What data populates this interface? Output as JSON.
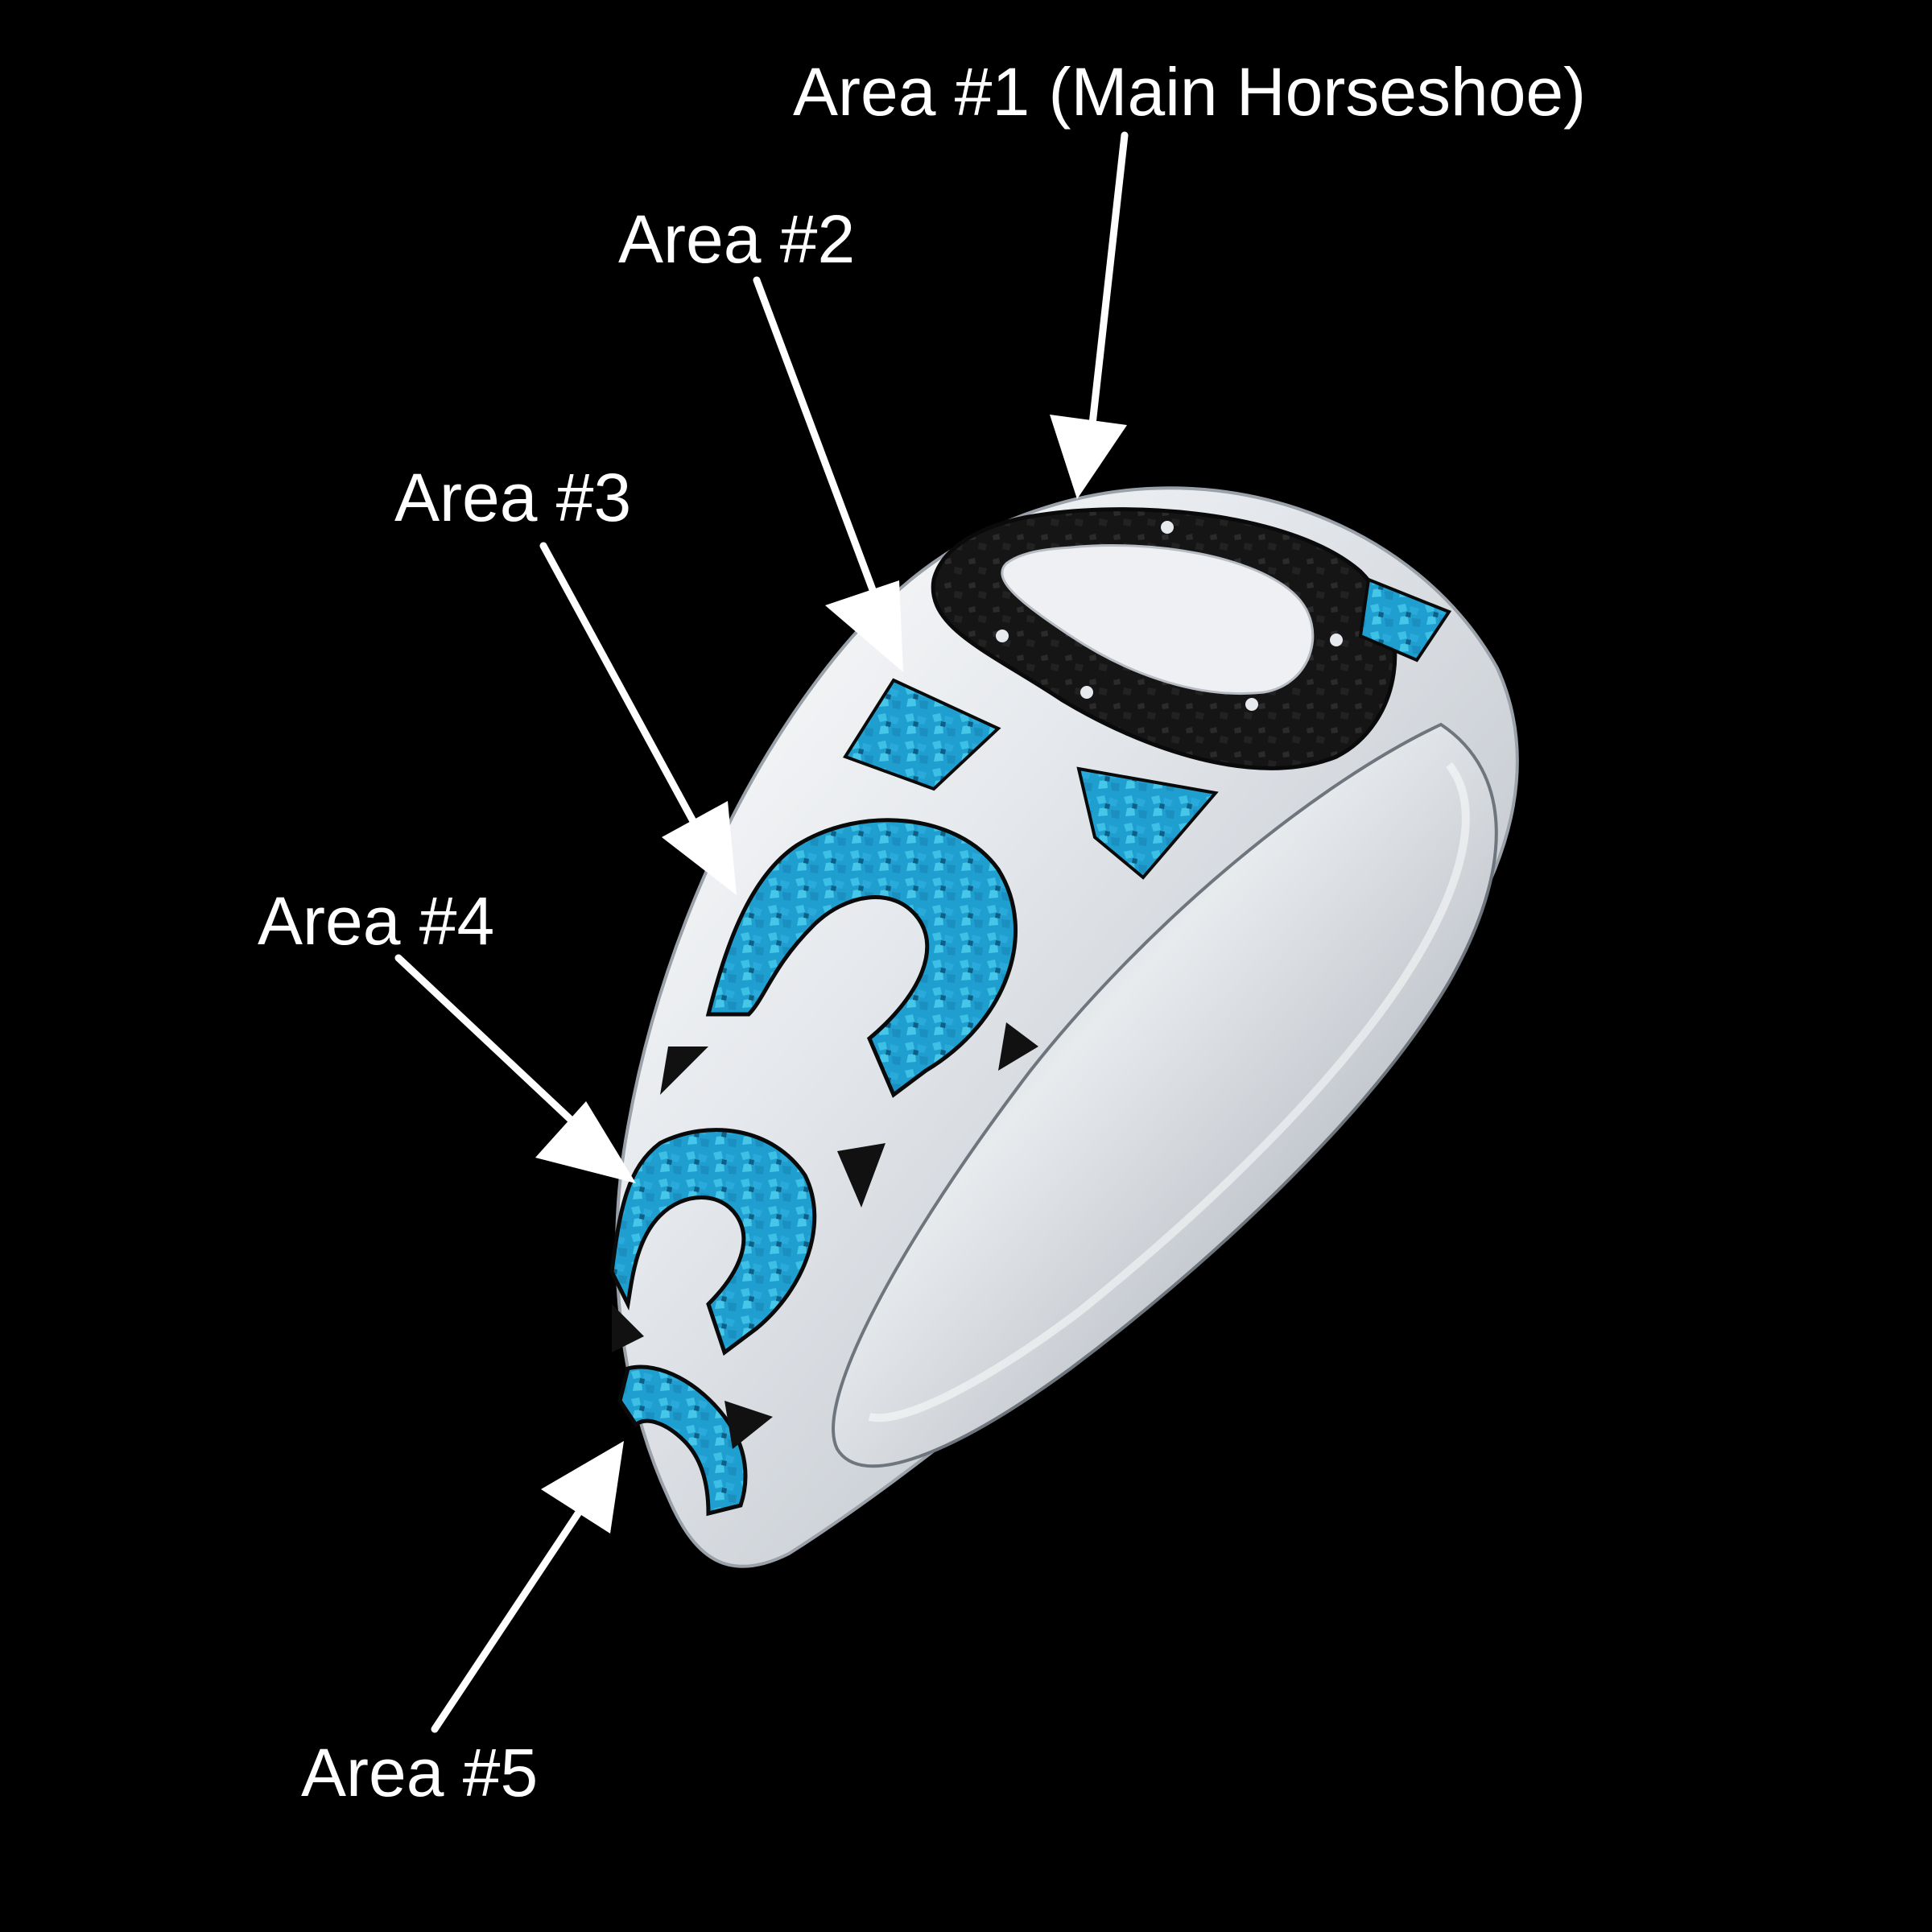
{
  "labels": {
    "area1": "Area #1 (Main Horseshoe)",
    "area2": "Area #2",
    "area3": "Area #3",
    "area4": "Area #4",
    "area5": "Area #5"
  },
  "colors": {
    "background": "#000000",
    "text": "#ffffff",
    "silver": "#d9dde2",
    "silver_light": "#f7f8fa",
    "silver_dark": "#8d939b",
    "turquoise": "#22a7d6",
    "turquoise_light": "#5fd2ea",
    "inlay_black": "#141414"
  }
}
